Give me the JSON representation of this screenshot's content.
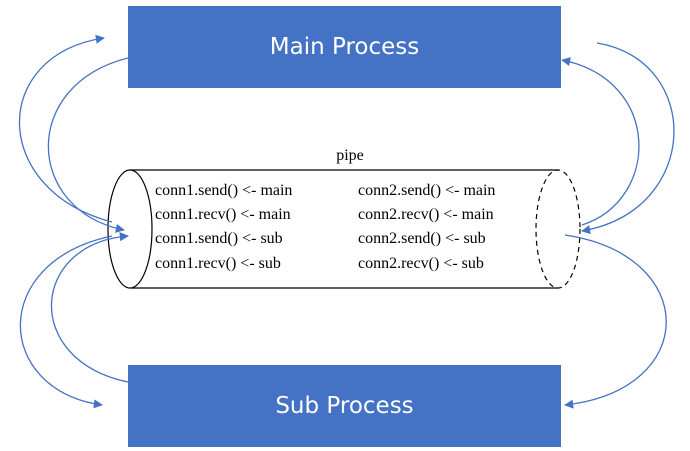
{
  "processes": {
    "main": "Main Process",
    "sub": "Sub Process"
  },
  "pipe": {
    "label": "pipe",
    "left_column": [
      "conn1.send() <- main",
      "conn1.recv() <- main",
      "conn1.send() <- sub",
      "conn1.recv() <- sub"
    ],
    "right_column": [
      "conn2.send() <- main",
      "conn2.recv() <- main",
      "conn2.send() <- sub",
      "conn2.recv() <- sub"
    ]
  },
  "colors": {
    "process_fill": "#4472c4",
    "arrow": "#4472c4",
    "pipe_outline": "#000000"
  }
}
